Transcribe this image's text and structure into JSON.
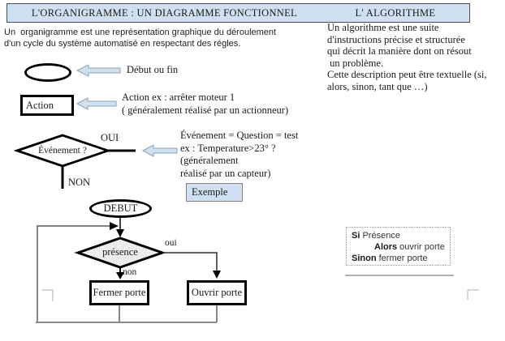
{
  "header": {
    "title_left": "L'ORGANIGRAMME : UN DIAGRAMME FONCTIONNEL",
    "title_right": "L' ALGORITHME"
  },
  "intro": {
    "organigramme": "Un  organigramme est une représentation graphique du déroulement\nd'un cycle du système automatisé en respectant des régles.",
    "algorithme": "Un algorithme est une suite\nd'instructions précise et structurée\nqui décrit la manière dont on résout\n un problème.\nCette description peut être textuelle (si,\nalors, sinon, tant que …)"
  },
  "symbols": {
    "start_end_label": "Début ou fin",
    "action_shape_label": "Action",
    "action_desc": "Action ex : arrêter moteur 1\n( généralement réalisé par un actionneur)",
    "event_shape_label": "Événement ?",
    "event_yes": "OUI",
    "event_no": "NON",
    "event_desc": "Événement = Question = test\nex : Temperature>23° ?\n(généralement\nréalisé par un capteur)",
    "exemple_button": "Exemple"
  },
  "flowchart": {
    "start": "DEBUT",
    "decision": "présence",
    "branch_yes": "oui",
    "branch_no": "non",
    "action_no": "Fermer porte",
    "action_yes": "Ouvrir porte"
  },
  "algorithm_box": {
    "si": "Si",
    "si_rest": " Présence",
    "alors": "Alors",
    "alors_rest": " ouvrir porte",
    "sinon": "Sinon",
    "sinon_rest": " fermer porte"
  },
  "colors": {
    "accent_fill": "#cfe1f0",
    "decision_fill": "#ececec",
    "line_gray": "#6b6b6b",
    "corner_mark": "#c9c9c9"
  }
}
